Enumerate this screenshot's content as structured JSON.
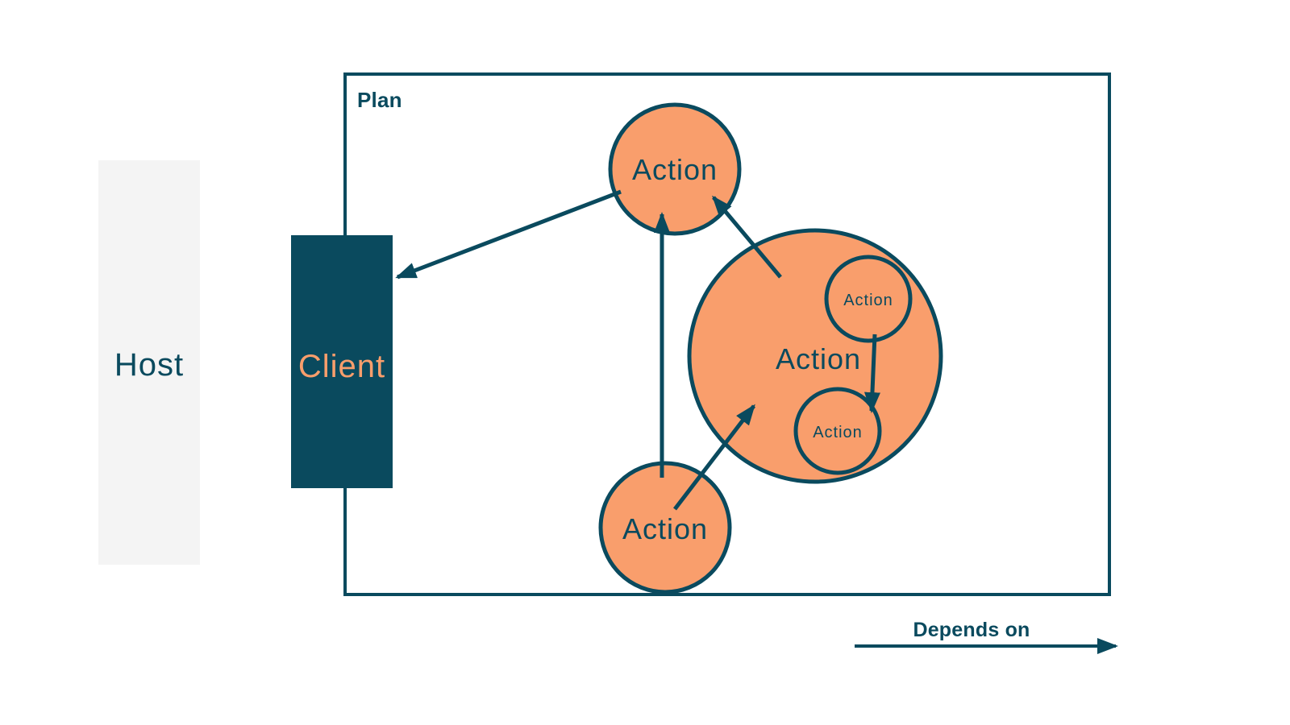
{
  "palette": {
    "navy": "#0a4a5e",
    "orange": "#f99e6c",
    "host_bg": "#f4f4f4",
    "background": "#ffffff"
  },
  "host": {
    "label": "Host"
  },
  "plan": {
    "label": "Plan"
  },
  "client": {
    "label": "Client"
  },
  "actions": {
    "top": "Action",
    "bottom": "Action",
    "group": "Action",
    "sub_top": "Action",
    "sub_bottom": "Action"
  },
  "legend": {
    "label": "Depends on"
  },
  "edges": [
    {
      "from": "action-top",
      "to": "client"
    },
    {
      "from": "action-bottom",
      "to": "action-top"
    },
    {
      "from": "action-group",
      "to": "action-top"
    },
    {
      "from": "action-bottom",
      "to": "action-group"
    },
    {
      "from": "action-sub-top",
      "to": "action-sub-bottom"
    }
  ]
}
